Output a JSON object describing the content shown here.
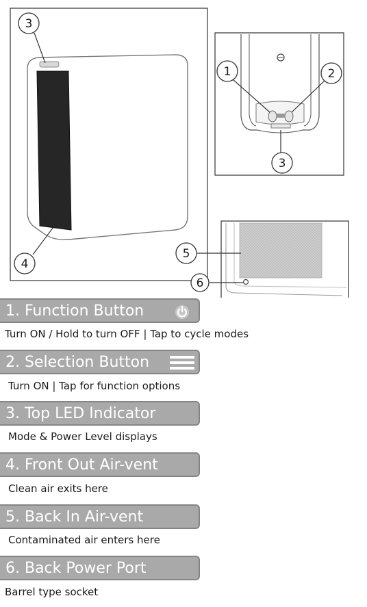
{
  "callouts": {
    "c1": "1",
    "c2": "2",
    "c3_top": "3",
    "c3_detail": "3",
    "c4": "4",
    "c5": "5",
    "c6": "6"
  },
  "legend": [
    {
      "title": "1. Function Button",
      "description": "Turn ON / Hold to turn OFF | Tap to cycle modes",
      "icon": "power-icon"
    },
    {
      "title": "2. Selection Button",
      "description": "Turn ON | Tap for function options",
      "icon": "menu-lines-icon"
    },
    {
      "title": "3. Top LED Indicator",
      "description": "Mode & Power Level displays",
      "icon": ""
    },
    {
      "title": "4. Front Out Air-vent",
      "description": "Clean air exits here",
      "icon": ""
    },
    {
      "title": "5. Back In Air-vent",
      "description": "Contaminated air enters here",
      "icon": ""
    },
    {
      "title": "6. Back Power Port",
      "description": "Barrel type socket",
      "icon": ""
    }
  ],
  "colors": {
    "bar_fill": "#a9a9a9",
    "bar_border": "#858585",
    "bar_text": "#ffffff",
    "desc_text": "#1a1a1a"
  }
}
